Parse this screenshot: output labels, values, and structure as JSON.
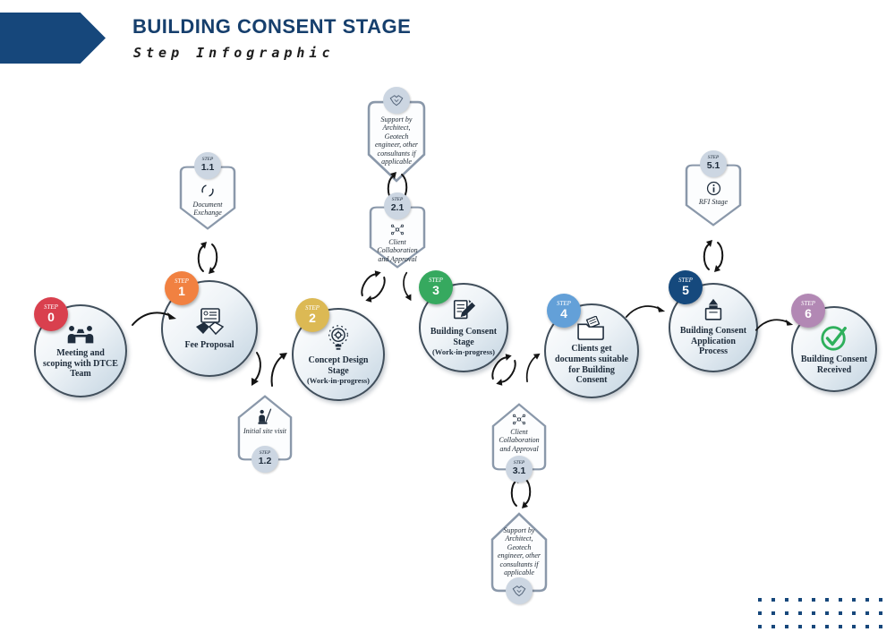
{
  "header": {
    "title": "BUILDING CONSENT STAGE",
    "subtitle": "Step Infographic",
    "banner_color": "#16477b",
    "title_color": "#163f6d"
  },
  "labels": {
    "step": "STEP"
  },
  "steps": [
    {
      "number": "0",
      "label": "Meeting and scoping with DTCE Team",
      "badge_color": "#d9404e",
      "icon": "meeting-icon"
    },
    {
      "number": "1",
      "label": "Fee Proposal",
      "badge_color": "#f18141",
      "icon": "fee-proposal-handshake-icon"
    },
    {
      "number": "2",
      "label": "Concept Design Stage",
      "sublabel": "(Work-in-progress)",
      "badge_color": "#dcb954",
      "icon": "idea-gear-icon"
    },
    {
      "number": "3",
      "label": "Building Consent Stage",
      "sublabel": "(Work-in-progress)",
      "badge_color": "#36a95f",
      "icon": "document-edit-icon"
    },
    {
      "number": "4",
      "label": "Clients get documents suitable for Building Consent",
      "badge_color": "#63a0d8",
      "icon": "folder-documents-icon"
    },
    {
      "number": "5",
      "label": "Building Consent Application Process",
      "badge_color": "#15497d",
      "icon": "submit-box-icon"
    },
    {
      "number": "6",
      "label": "Building Consent Received",
      "badge_color": "#b288b4",
      "icon": "check-circle-icon",
      "check_color": "#2eb05c"
    }
  ],
  "substeps": [
    {
      "number": "1.1",
      "label": "Document Exchange",
      "icon": "sync-icon"
    },
    {
      "number": "1.2",
      "label": "Initial site visit",
      "icon": "site-visit-icon"
    },
    {
      "number": "2.1",
      "label": "Client Collaboration and Approval",
      "icon": "collaboration-icon"
    },
    {
      "number": "3.1",
      "label": "Client Collaboration and Approval",
      "icon": "collaboration-icon"
    },
    {
      "number": "5.1",
      "label": "RFI Stage",
      "icon": "info-icon"
    }
  ],
  "support_note": {
    "label": "Support by Architect, Geotech engineer, other consultants if applicable",
    "icon": "handshake-icon"
  },
  "decorations": {
    "dot_grid": {
      "rows": 3,
      "cols": 10,
      "color": "#16477b"
    }
  }
}
